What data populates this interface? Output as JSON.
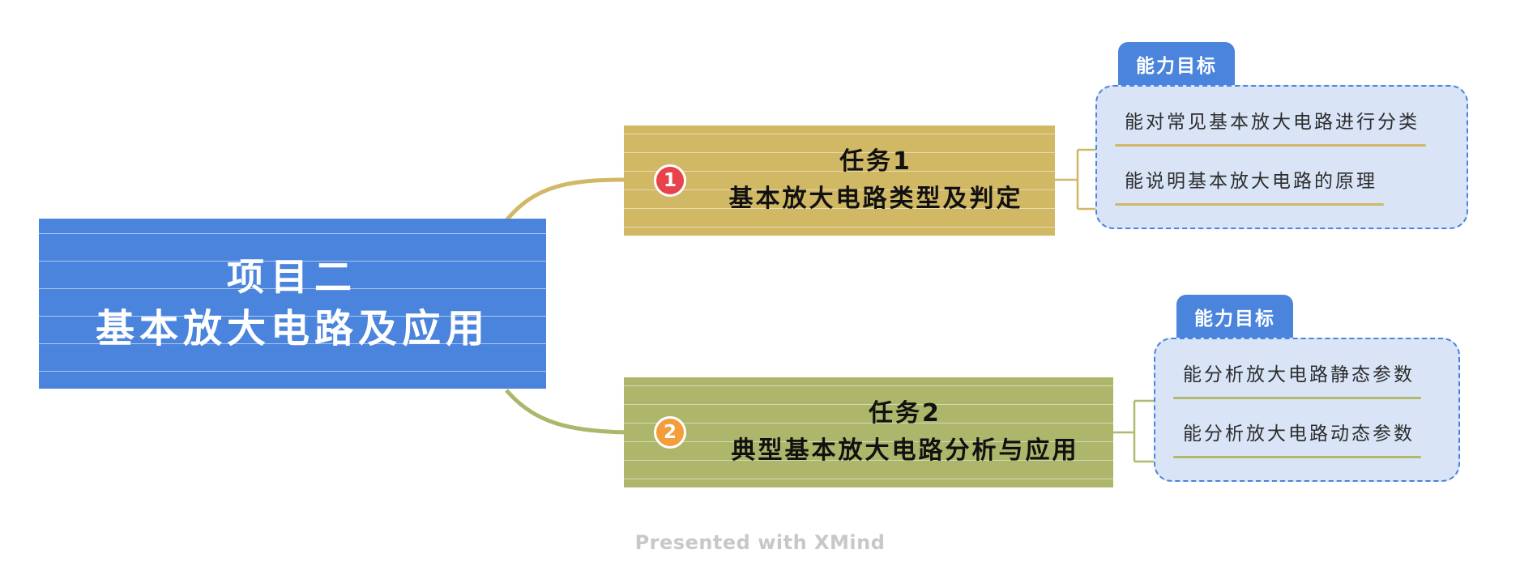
{
  "root": {
    "line1": "项目二",
    "line2": "基本放大电路及应用"
  },
  "tasks": [
    {
      "number": "1",
      "title": "任务1",
      "subtitle": "基本放大电路类型及判定",
      "tag": "能力目标",
      "goals": [
        "能对常见基本放大电路进行分类",
        "能说明基本放大电路的原理"
      ]
    },
    {
      "number": "2",
      "title": "任务2",
      "subtitle": "典型基本放大电路分析与应用",
      "tag": "能力目标",
      "goals": [
        "能分析放大电路静态参数",
        "能分析放大电路动态参数"
      ]
    }
  ],
  "footer": "Presented with XMind",
  "colors": {
    "root": "#4a84dc",
    "task1": "#d1b865",
    "task2": "#adb66b",
    "badge1": "#e8434a",
    "badge2": "#f39d3c",
    "group_fill": "#d9e5f7"
  }
}
